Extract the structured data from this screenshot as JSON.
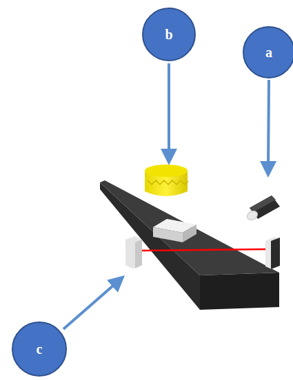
{
  "diagram": {
    "nodes": [
      {
        "text": [
          "b"
        ]
      },
      {
        "text": [
          "a"
        ]
      },
      {
        "text": [
          "c"
        ]
      }
    ]
  }
}
